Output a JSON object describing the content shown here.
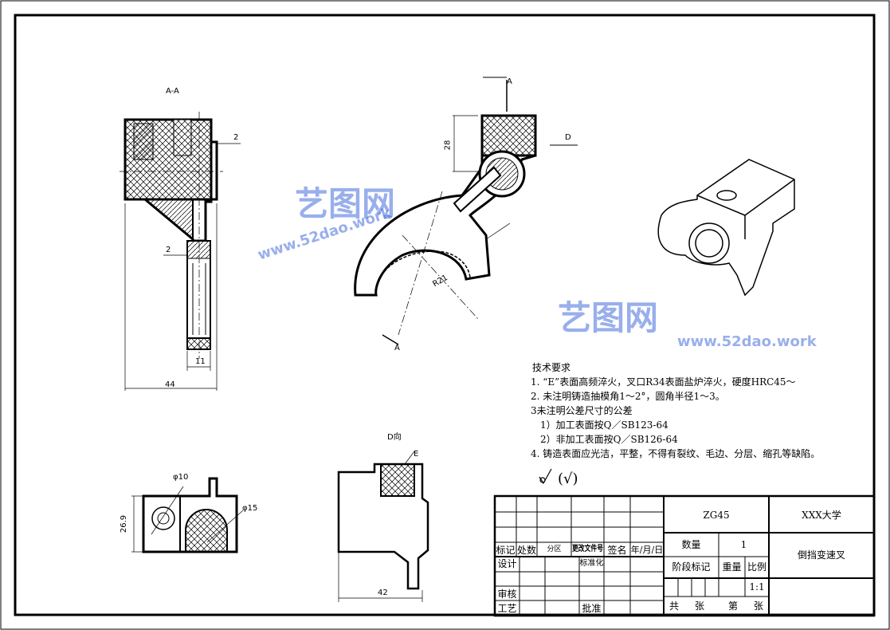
{
  "watermark": {
    "brand": "艺图网",
    "url": "www.52dao.work"
  },
  "views": {
    "section_label": "A-A",
    "dim_2_top": "2",
    "dim_2_left": "2",
    "dim_11": "11",
    "dim_44": "44",
    "cut_a_top": "A",
    "cut_a_bottom": "A",
    "view_d_arrow": "D",
    "dim_28": "28",
    "radius_r21": "R21",
    "view_d_label": "D向",
    "surface_e": "E",
    "dim_42": "42",
    "dia_10": "φ10",
    "dia_15": "φ15",
    "dim_26_9": "26.9"
  },
  "requirements": {
    "title": "技术要求",
    "items": [
      "1. “E”表面高频淬火，叉口R34表面盐炉淬火，硬度HRC45～",
      "2. 未注明铸造抽模角1～2°，圆角半径1～3。",
      "3未注明公差尺寸的公差",
      "  1）加工表面按Q／SB123-64",
      "  2）非加工表面按Q／SB126-64",
      "4. 铸造表面应光洁，平整，不得有裂纹、毛边、分层、缩孔等缺陷。"
    ],
    "roughness": "(√)"
  },
  "title_block": {
    "headers": [
      "标记",
      "处数",
      "分区",
      "更改文件号",
      "签名",
      "年/月/日"
    ],
    "design": "设计",
    "standardize": "标准化",
    "review": "审核",
    "process": "工艺",
    "approve": "批准",
    "material": "ZG45",
    "school": "XXX大学",
    "quantity_label": "数量",
    "quantity": "1",
    "stage_label": "阶段标记",
    "weight_label": "重量",
    "scale_label": "比例",
    "scale": "1:1",
    "part_name": "倒挡变速叉",
    "total_label": "共",
    "sheet_label": "张",
    "nth_label": "第",
    "sheet_label2": "张"
  }
}
